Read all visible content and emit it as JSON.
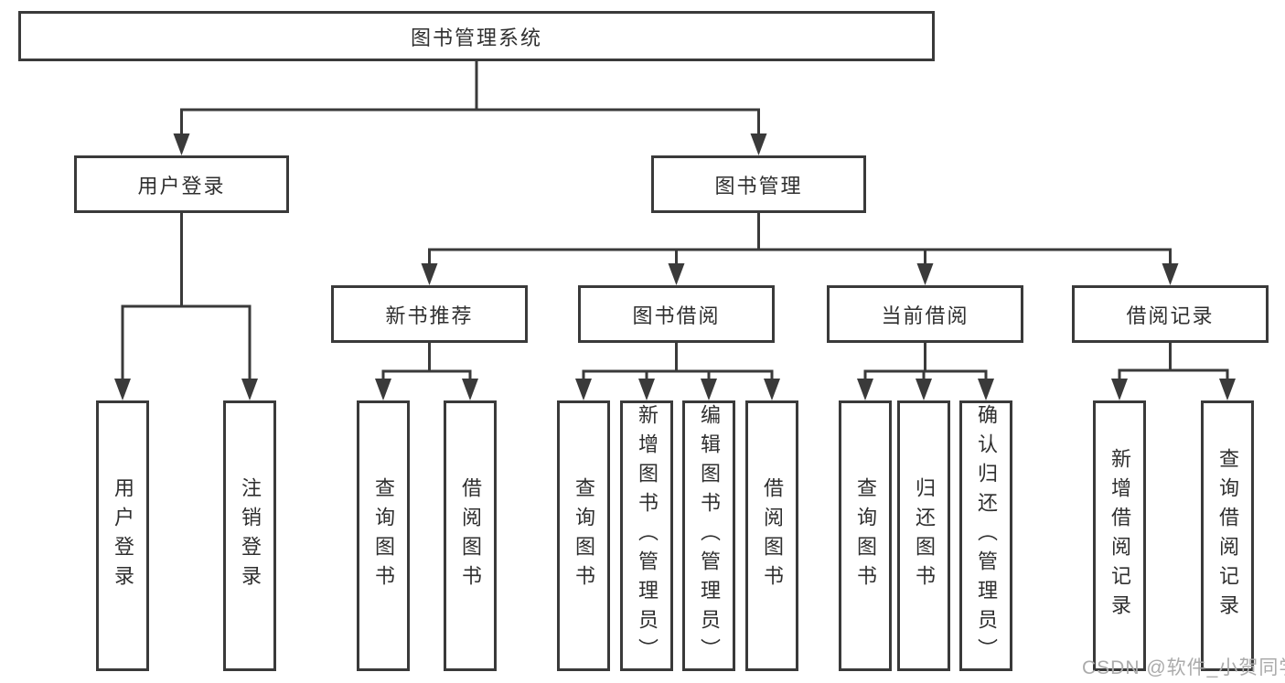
{
  "diagram": {
    "root": {
      "label": "图书管理系统"
    },
    "level2": [
      {
        "label": "用户登录"
      },
      {
        "label": "图书管理"
      }
    ],
    "level3": [
      {
        "label": "新书推荐",
        "parent": "图书管理"
      },
      {
        "label": "图书借阅",
        "parent": "图书管理"
      },
      {
        "label": "当前借阅",
        "parent": "图书管理"
      },
      {
        "label": "借阅记录",
        "parent": "图书管理"
      }
    ],
    "leaves": [
      {
        "label": "用户登录",
        "parent": "用户登录"
      },
      {
        "label": "注销登录",
        "parent": "用户登录"
      },
      {
        "label": "查询图书",
        "parent": "新书推荐"
      },
      {
        "label": "借阅图书",
        "parent": "新书推荐"
      },
      {
        "label": "查询图书",
        "parent": "图书借阅"
      },
      {
        "label": "新增图书（管理员）",
        "parent": "图书借阅"
      },
      {
        "label": "编辑图书（管理员）",
        "parent": "图书借阅"
      },
      {
        "label": "借阅图书",
        "parent": "图书借阅"
      },
      {
        "label": "查询图书",
        "parent": "当前借阅"
      },
      {
        "label": "归还图书",
        "parent": "当前借阅"
      },
      {
        "label": "确认归还（管理员）",
        "parent": "当前借阅"
      },
      {
        "label": "新增借阅记录",
        "parent": "借阅记录"
      },
      {
        "label": "查询借阅记录",
        "parent": "借阅记录"
      }
    ],
    "watermark": "CSDN @软件_小贺同学",
    "colors": {
      "line": "#3a3a3a",
      "box_border": "#3a3a3a",
      "text": "#2f2f2f",
      "watermark": "#ababab",
      "background": "#ffffff"
    }
  }
}
